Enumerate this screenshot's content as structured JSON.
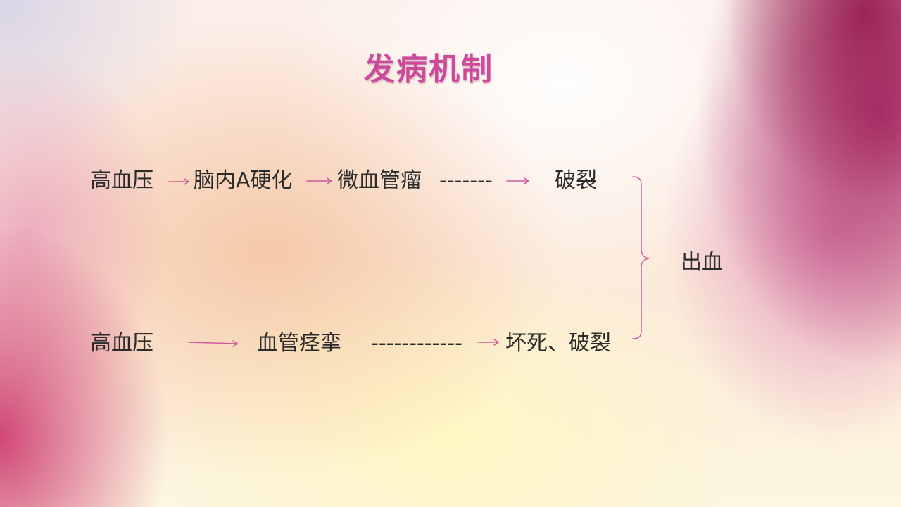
{
  "slide": {
    "title": "发病机制"
  },
  "row1": {
    "n1": "高血压",
    "n2": "脑内A硬化",
    "n3": "微血管瘤",
    "dashes": "-------",
    "n4": "破裂"
  },
  "row2": {
    "n1": "高血压",
    "n2": "血管痉挛",
    "dashes": "------------",
    "n3": "坏死、破裂"
  },
  "outcome": "出血",
  "colors": {
    "title": "#cc4a9a",
    "arrow": "#d0589e",
    "text": "#2b2b2b"
  }
}
